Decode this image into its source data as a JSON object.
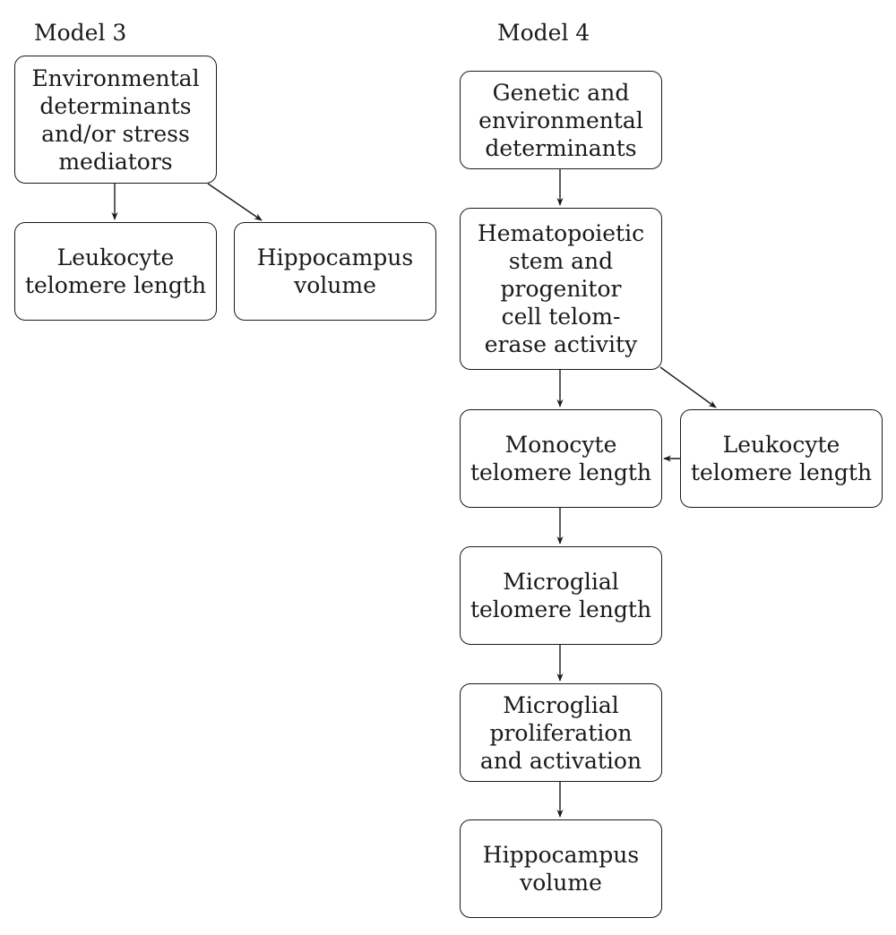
{
  "models": [
    {
      "id": "model3",
      "title": "Model 3",
      "nodes": [
        {
          "id": "env",
          "lines": [
            "Environmental",
            "determinants",
            "and/or stress",
            "mediators"
          ]
        },
        {
          "id": "ltl",
          "lines": [
            "Leukocyte",
            "telomere length"
          ]
        },
        {
          "id": "hip",
          "lines": [
            "Hippocampus",
            "volume"
          ]
        }
      ],
      "edges": [
        {
          "from": "env",
          "to": "ltl",
          "type": "directed"
        },
        {
          "from": "env",
          "to": "hip",
          "type": "directed"
        }
      ]
    },
    {
      "id": "model4",
      "title": "Model 4",
      "nodes": [
        {
          "id": "gen",
          "lines": [
            "Genetic and",
            "environmental",
            "determinants"
          ]
        },
        {
          "id": "hsc",
          "lines": [
            "Hematopoietic",
            "stem and",
            "progenitor",
            "cell telom-",
            "erase activity"
          ]
        },
        {
          "id": "mono",
          "lines": [
            "Monocyte",
            "telomere length"
          ]
        },
        {
          "id": "leuk",
          "lines": [
            "Leukocyte",
            "telomere length"
          ]
        },
        {
          "id": "mtl",
          "lines": [
            "Microglial",
            "telomere length"
          ]
        },
        {
          "id": "mpa",
          "lines": [
            "Microglial",
            "proliferation",
            "and activation"
          ]
        },
        {
          "id": "hip",
          "lines": [
            "Hippocampus",
            "volume"
          ]
        }
      ],
      "edges": [
        {
          "from": "gen",
          "to": "hsc",
          "type": "directed"
        },
        {
          "from": "hsc",
          "to": "mono",
          "type": "directed"
        },
        {
          "from": "hsc",
          "to": "leuk",
          "type": "directed"
        },
        {
          "from": "leuk",
          "to": "mono",
          "type": "directed"
        },
        {
          "from": "mono",
          "to": "mtl",
          "type": "directed"
        },
        {
          "from": "mtl",
          "to": "mpa",
          "type": "directed"
        },
        {
          "from": "mpa",
          "to": "hip",
          "type": "directed"
        }
      ]
    }
  ]
}
